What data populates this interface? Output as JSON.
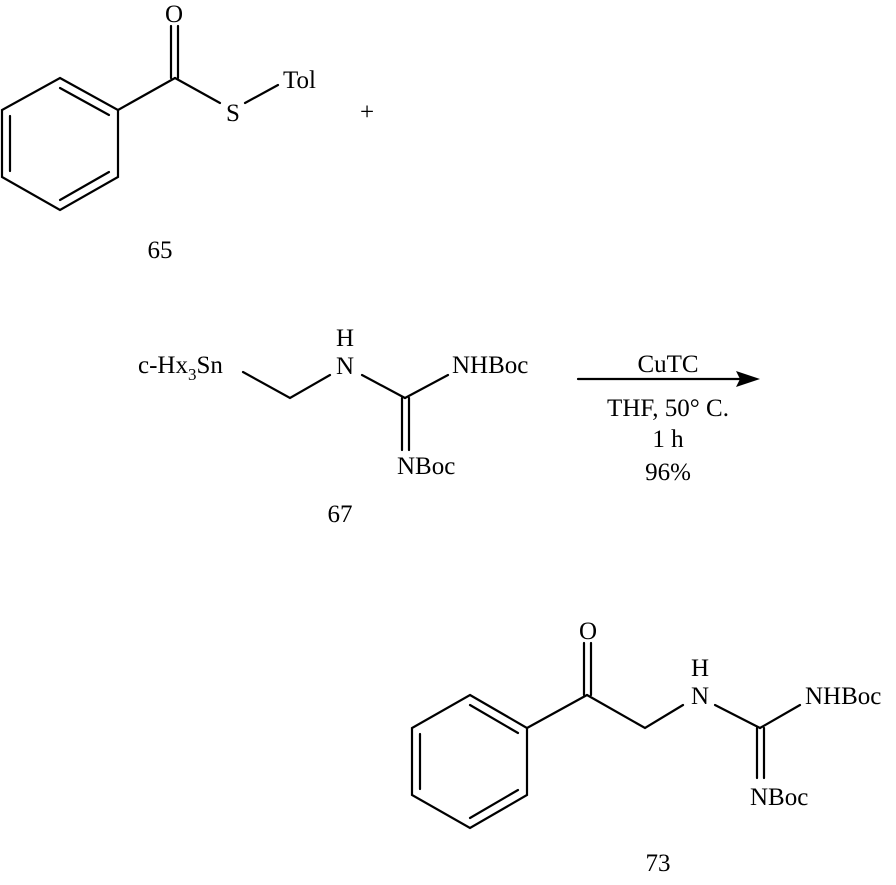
{
  "reactant_65": {
    "oxygen": "O",
    "sulfur": "S",
    "tolyl": "Tol",
    "label": "65"
  },
  "plus_sign": "+",
  "reactant_67": {
    "stannane_prefix": "c-Hx",
    "stannane_subscript": "3",
    "stannane_suffix": "Sn",
    "nh_n": "N",
    "nh_h": "H",
    "nhboc": "NHBoc",
    "nboc": "NBoc",
    "label": "67"
  },
  "conditions": {
    "reagent": "CuTC",
    "solvent_temp": "THF, 50° C.",
    "time": "1 h",
    "yield": "96%"
  },
  "product_73": {
    "oxygen": "O",
    "nh_n": "N",
    "nh_h": "H",
    "nhboc": "NHBoc",
    "nboc": "NBoc",
    "label": "73"
  }
}
